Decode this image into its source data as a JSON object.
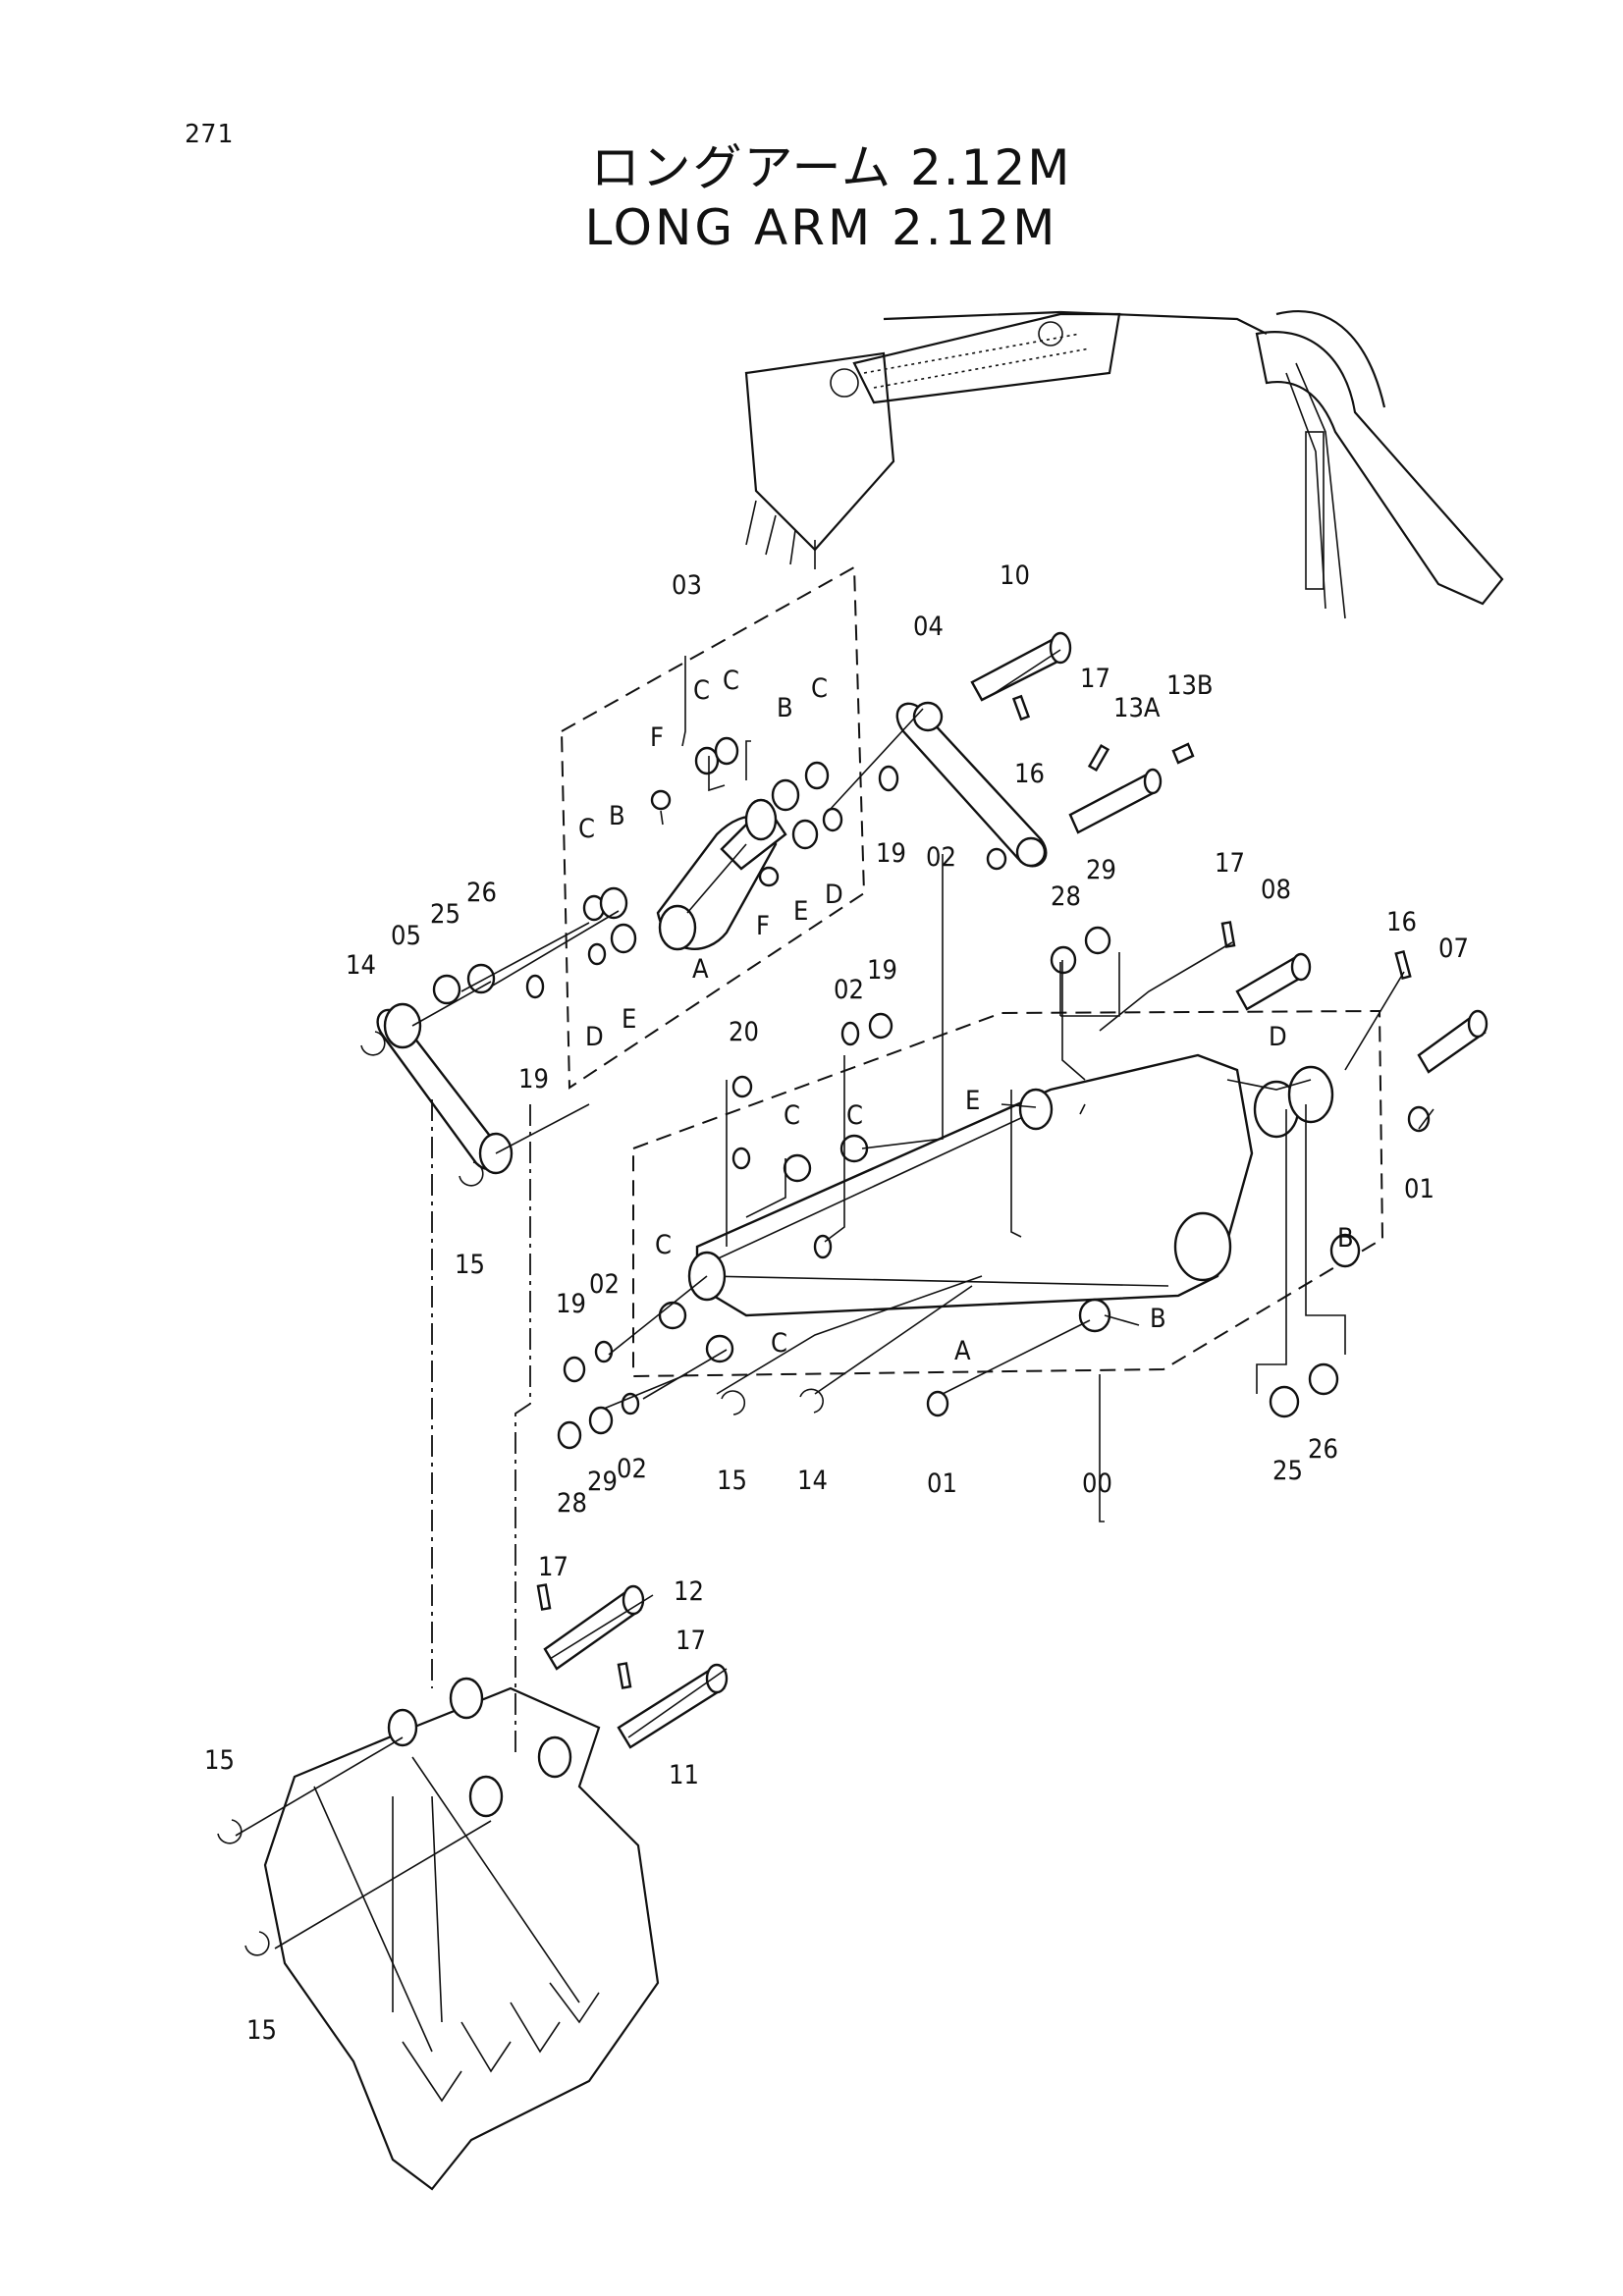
{
  "page_number": "271",
  "title_jp": "ロングアーム 2.12M",
  "title_en": "LONG ARM 2.12M",
  "callouts": [
    {
      "id": "03",
      "label": "03"
    },
    {
      "id": "10",
      "label": "10"
    },
    {
      "id": "04",
      "label": "04"
    },
    {
      "id": "17a",
      "label": "17"
    },
    {
      "id": "13A",
      "label": "13A"
    },
    {
      "id": "13B",
      "label": "13B"
    },
    {
      "id": "16a",
      "label": "16"
    },
    {
      "id": "Ca",
      "label": "C"
    },
    {
      "id": "Cb",
      "label": "C"
    },
    {
      "id": "Fa",
      "label": "F"
    },
    {
      "id": "Ba",
      "label": "B"
    },
    {
      "id": "Cc",
      "label": "C"
    },
    {
      "id": "Cd",
      "label": "C"
    },
    {
      "id": "Bb",
      "label": "B"
    },
    {
      "id": "Ea",
      "label": "E"
    },
    {
      "id": "Da",
      "label": "D"
    },
    {
      "id": "Fb",
      "label": "F"
    },
    {
      "id": "19a",
      "label": "19"
    },
    {
      "id": "Aa",
      "label": "A"
    },
    {
      "id": "Db",
      "label": "D"
    },
    {
      "id": "Eb",
      "label": "E"
    },
    {
      "id": "25a",
      "label": "25"
    },
    {
      "id": "26a",
      "label": "26"
    },
    {
      "id": "05",
      "label": "05"
    },
    {
      "id": "14a",
      "label": "14"
    },
    {
      "id": "19b",
      "label": "19"
    },
    {
      "id": "15a",
      "label": "15"
    },
    {
      "id": "02a",
      "label": "02"
    },
    {
      "id": "28a",
      "label": "28"
    },
    {
      "id": "29a",
      "label": "29"
    },
    {
      "id": "17b",
      "label": "17"
    },
    {
      "id": "08",
      "label": "08"
    },
    {
      "id": "16b",
      "label": "16"
    },
    {
      "id": "07",
      "label": "07"
    },
    {
      "id": "02b",
      "label": "02"
    },
    {
      "id": "19c",
      "label": "19"
    },
    {
      "id": "20",
      "label": "20"
    },
    {
      "id": "Dc",
      "label": "D"
    },
    {
      "id": "Ec",
      "label": "E"
    },
    {
      "id": "Ce",
      "label": "C"
    },
    {
      "id": "Cf",
      "label": "C"
    },
    {
      "id": "Bc",
      "label": "B"
    },
    {
      "id": "01a",
      "label": "01"
    },
    {
      "id": "Cg",
      "label": "C"
    },
    {
      "id": "02c",
      "label": "02"
    },
    {
      "id": "19d",
      "label": "19"
    },
    {
      "id": "Ch",
      "label": "C"
    },
    {
      "id": "Ab",
      "label": "A"
    },
    {
      "id": "Bd",
      "label": "B"
    },
    {
      "id": "28b",
      "label": "28"
    },
    {
      "id": "29b",
      "label": "29"
    },
    {
      "id": "02d",
      "label": "02"
    },
    {
      "id": "15b",
      "label": "15"
    },
    {
      "id": "14b",
      "label": "14"
    },
    {
      "id": "01b",
      "label": "01"
    },
    {
      "id": "00",
      "label": "00"
    },
    {
      "id": "25b",
      "label": "25"
    },
    {
      "id": "26b",
      "label": "26"
    },
    {
      "id": "17c",
      "label": "17"
    },
    {
      "id": "12",
      "label": "12"
    },
    {
      "id": "17d",
      "label": "17"
    },
    {
      "id": "11",
      "label": "11"
    },
    {
      "id": "15c",
      "label": "15"
    },
    {
      "id": "15d",
      "label": "15"
    }
  ]
}
